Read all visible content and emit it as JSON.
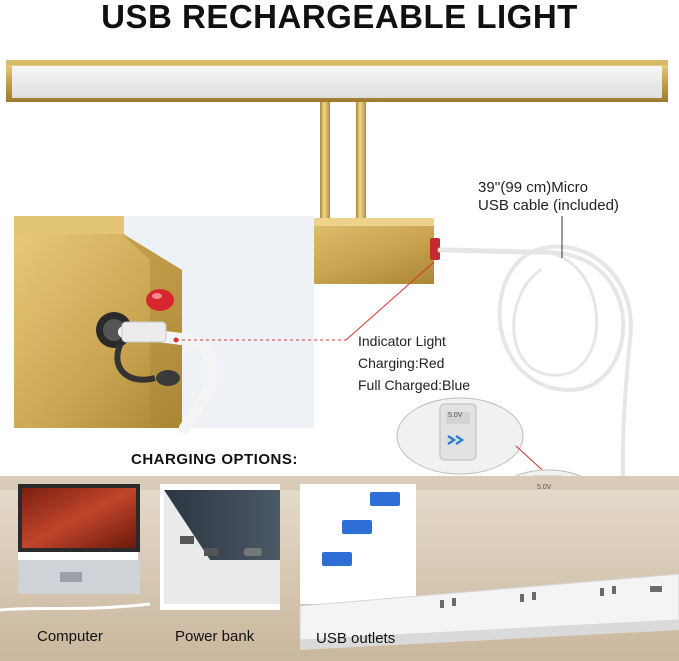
{
  "title": "USB RECHARGEABLE LIGHT",
  "cable_label": {
    "line1": "39''(99 cm)Micro",
    "line2": "USB cable (included)"
  },
  "indicator": {
    "line1": "Indicator Light",
    "line2": "Charging:Red",
    "line3": "Full Charged:Blue"
  },
  "charging_options": {
    "heading": "CHARGING OPTIONS:",
    "items": [
      {
        "label": "Computer"
      },
      {
        "label": "Power bank"
      },
      {
        "label": "USB outlets"
      }
    ]
  },
  "plug_marks": [
    "5.0V",
    "5.0V"
  ],
  "colors": {
    "gold": "#c9a24b",
    "indicator_red": "#e0242e",
    "indicator_blue": "#2e7dd1",
    "cable": "#f2f2f2"
  }
}
